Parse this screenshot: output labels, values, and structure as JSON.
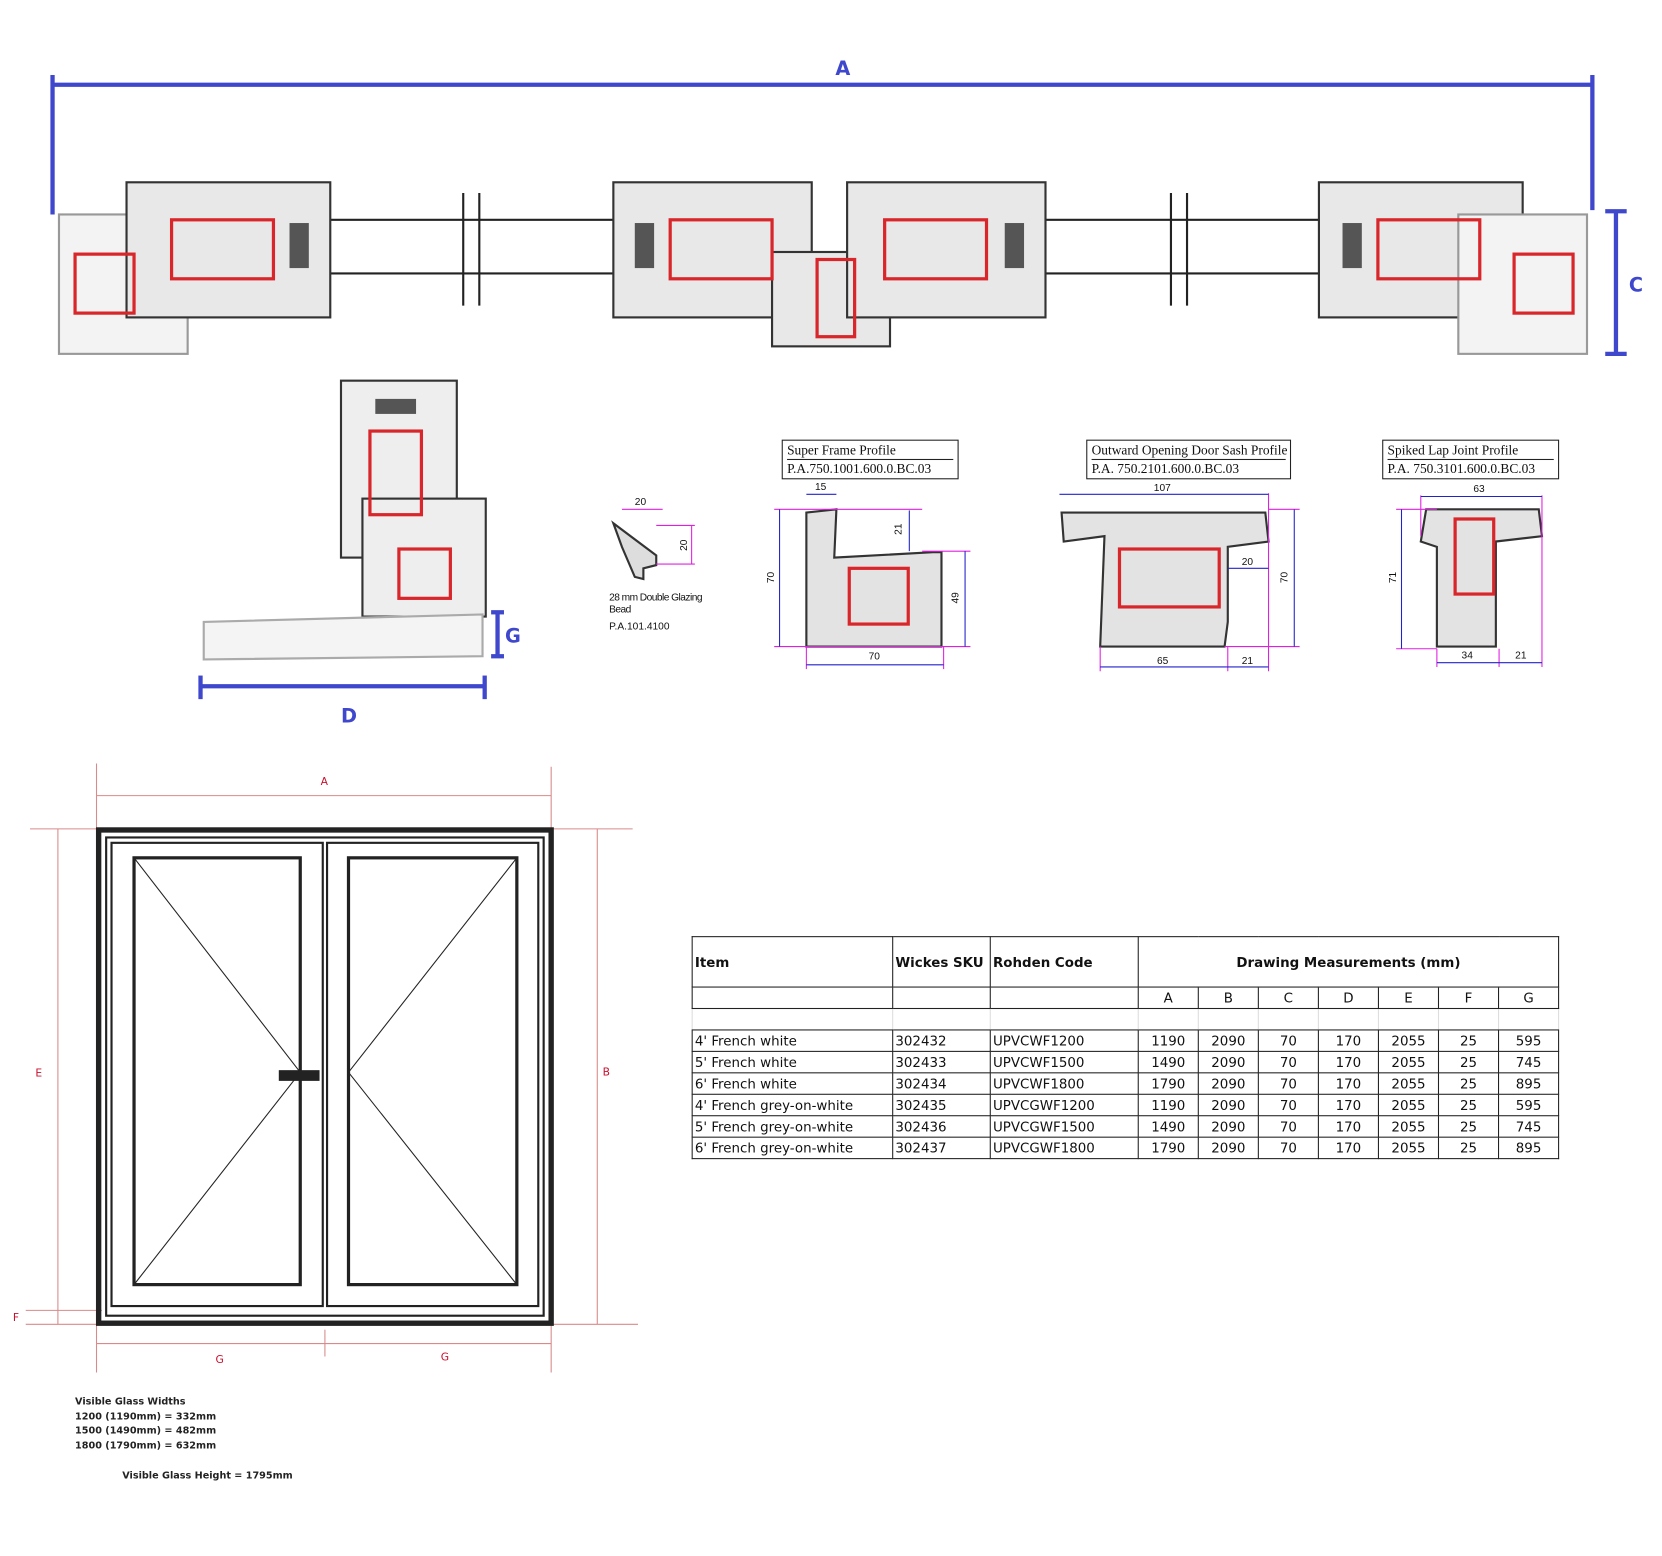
{
  "dimension_labels": {
    "a": "A",
    "c": "C",
    "g": "G",
    "d": "D"
  },
  "colors": {
    "dimension_blue": "#3f48cc",
    "reinforcement_red": "#d9262b",
    "profile_grey": "#bdbdbd",
    "dim_magenta": "#e020e0"
  },
  "bead": {
    "dim_w": "20",
    "dim_h": "20",
    "caption_1": "28 mm Double Glazing",
    "caption_2": "Bead",
    "code": "P.A.101.4100"
  },
  "profiles": [
    {
      "title": "Super Frame Profile",
      "code": "P.A.750.1001.600.0.BC.03",
      "dims": [
        "15",
        "21",
        "70",
        "49",
        "70"
      ]
    },
    {
      "title": "Outward Opening Door Sash Profile",
      "code": "P.A. 750.2101.600.0.BC.03",
      "dims": [
        "107",
        "20",
        "70",
        "65",
        "21"
      ]
    },
    {
      "title": "Spiked Lap Joint Profile",
      "code": "P.A. 750.3101.600.0.BC.03",
      "dims": [
        "63",
        "71",
        "34",
        "21"
      ]
    }
  ],
  "elevation": {
    "a": "A",
    "b": "B",
    "e": "E",
    "f": "F",
    "g1": "G",
    "g2": "G"
  },
  "notes": {
    "widths_title": "Visible Glass Widths",
    "widths": [
      "1200 (1190mm) = 332mm",
      "1500 (1490mm) = 482mm",
      "1800 (1790mm) = 632mm"
    ],
    "height": "Visible Glass Height = 1795mm"
  },
  "table": {
    "headers": {
      "item": "Item",
      "sku": "Wickes SKU",
      "code": "Rohden Code",
      "measure": "Drawing Measurements (mm)"
    },
    "measure_cols": [
      "A",
      "B",
      "C",
      "D",
      "E",
      "F",
      "G"
    ],
    "rows": [
      {
        "item": "4' French white",
        "sku": "302432",
        "code": "UPVCWF1200",
        "vals": [
          "1190",
          "2090",
          "70",
          "170",
          "2055",
          "25",
          "595"
        ]
      },
      {
        "item": "5' French white",
        "sku": "302433",
        "code": "UPVCWF1500",
        "vals": [
          "1490",
          "2090",
          "70",
          "170",
          "2055",
          "25",
          "745"
        ]
      },
      {
        "item": "6' French white",
        "sku": "302434",
        "code": "UPVCWF1800",
        "vals": [
          "1790",
          "2090",
          "70",
          "170",
          "2055",
          "25",
          "895"
        ]
      },
      {
        "item": "4' French grey-on-white",
        "sku": "302435",
        "code": "UPVCGWF1200",
        "vals": [
          "1190",
          "2090",
          "70",
          "170",
          "2055",
          "25",
          "595"
        ]
      },
      {
        "item": "5' French grey-on-white",
        "sku": "302436",
        "code": "UPVCGWF1500",
        "vals": [
          "1490",
          "2090",
          "70",
          "170",
          "2055",
          "25",
          "745"
        ]
      },
      {
        "item": "6' French grey-on-white",
        "sku": "302437",
        "code": "UPVCGWF1800",
        "vals": [
          "1790",
          "2090",
          "70",
          "170",
          "2055",
          "25",
          "895"
        ]
      }
    ]
  }
}
